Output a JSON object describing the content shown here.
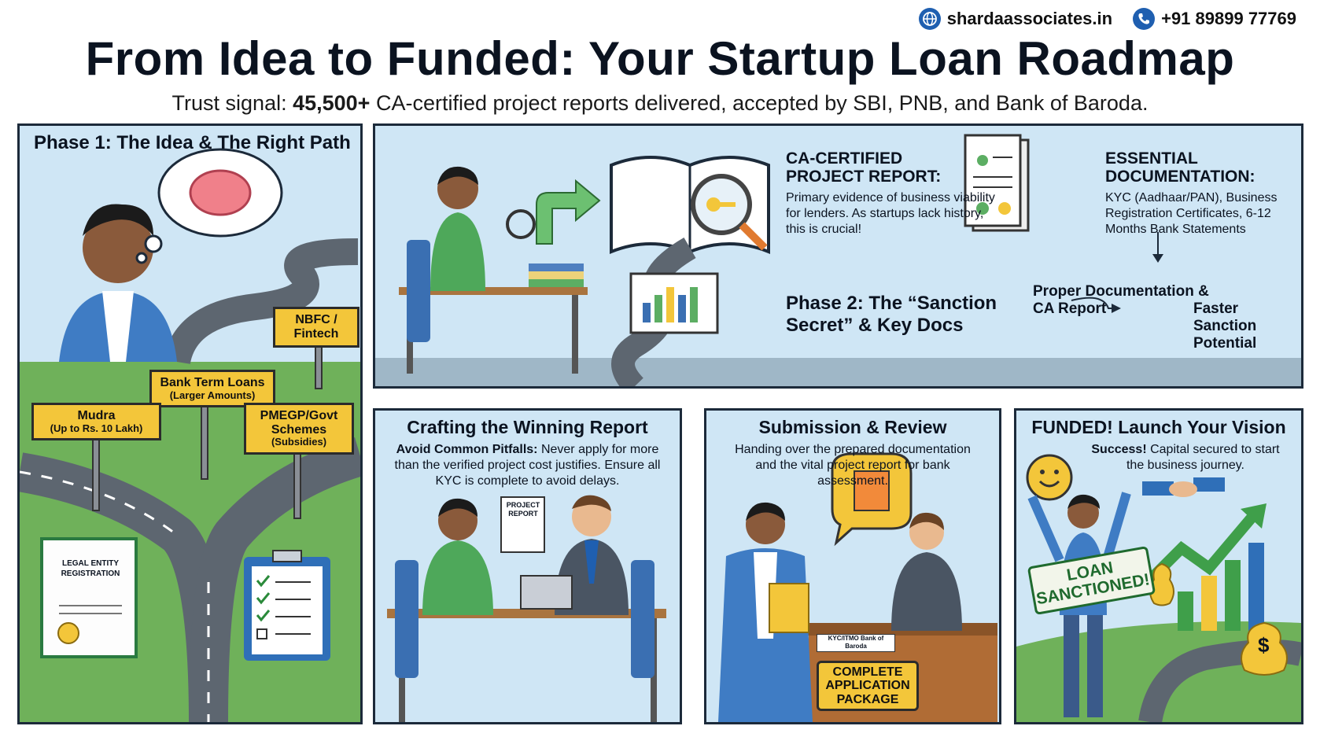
{
  "header": {
    "website": "shardaassociates.in",
    "phone": "+91 89899 77769",
    "title": "From Idea to Funded: Your Startup Loan Roadmap",
    "trust_prefix": "Trust signal: ",
    "trust_count": "45,500+",
    "trust_suffix": " CA-certified project reports delivered, accepted by SBI, PNB, and Bank of Baroda."
  },
  "phase1": {
    "title": "Phase 1: The Idea & The Right Path",
    "signs": {
      "nbfc": "NBFC / Fintech",
      "bank_term": "Bank Term Loans",
      "bank_term_sub": "(Larger Amounts)",
      "mudra": "Mudra",
      "mudra_sub": "(Up to Rs. 10 Lakh)",
      "pmegp": "PMEGP/Govt Schemes",
      "pmegp_sub": "(Subsidies)"
    },
    "certificate_label": "LEGAL ENTITY REGISTRATION"
  },
  "phase2": {
    "report_title": "CA-CERTIFIED PROJECT REPORT:",
    "report_text": "Primary evidence of business viability for lenders. As startups lack history, this is crucial!",
    "docs_title": "ESSENTIAL DOCUMENTATION:",
    "docs_text": "KYC (Aadhaar/PAN), Business Registration Certificates, 6-12 Months Bank Statements",
    "phase_title": "Phase 2: The “Sanction Secret” & Key Docs",
    "flow_left": "Proper Documentation & CA Report",
    "flow_right": "Faster Sanction Potential"
  },
  "crafting": {
    "title": "Crafting the Winning Report",
    "lead": "Avoid Common Pitfalls:",
    "text": " Never apply for more than the verified project cost justifies. Ensure all KYC is complete to avoid delays.",
    "paper_label": "PROJECT REPORT"
  },
  "submission": {
    "title": "Submission & Review",
    "text": "Handing over the prepared documentation and the vital project report for bank assessment.",
    "desk_label": "KYC/ITMO Bank of Baroda",
    "package_label": "COMPLETE APPLICATION PACKAGE"
  },
  "funded": {
    "title": "FUNDED! Launch Your Vision",
    "lead": "Success!",
    "text": " Capital secured to start the business journey.",
    "banner": "LOAN SANCTIONED!",
    "dollar": "$"
  },
  "colors": {
    "panel_bg": "#cfe6f5",
    "grass": "#6fb15a",
    "road": "#5d6670",
    "sign": "#f3c63a",
    "accent_blue": "#1f5fb0",
    "green_arrow": "#3f9f4a"
  }
}
